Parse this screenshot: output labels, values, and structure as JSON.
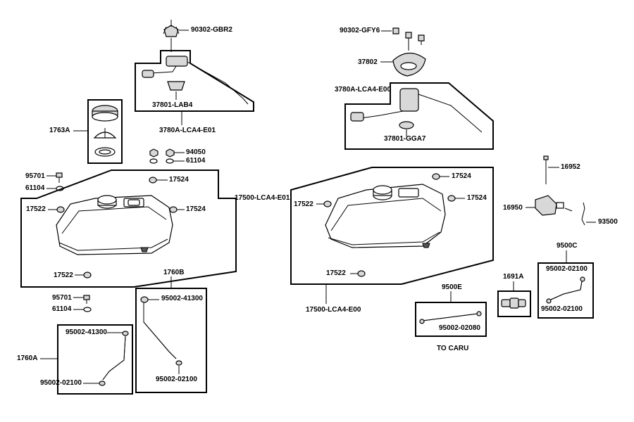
{
  "labels": {
    "p90302_gbr2": "90302-GBR2",
    "p37801_lab4": "37801-LAB4",
    "p3780a_lca4_e01": "3780A-LCA4-E01",
    "p1763a": "1763A",
    "p94050": "94050",
    "p61104_top": "61104",
    "p95701_left": "95701",
    "p61104_left": "61104",
    "p17524_l1": "17524",
    "p17522_l1": "17522",
    "p17524_l2": "17524",
    "p17500_lca4_e01": "17500-LCA4-E01",
    "p17522_l2": "17522",
    "p1760b": "1760B",
    "p95701_low": "95701",
    "p61104_low": "61104",
    "p95002_41300_b": "95002-41300",
    "p95002_41300_a": "95002-41300",
    "p1760a": "1760A",
    "p95002_02100_b": "95002-02100",
    "p95002_02100_a": "95002-02100",
    "p90302_gfy6": "90302-GFY6",
    "p37802": "37802",
    "p3780a_lca4_e00": "3780A-LCA4-E00",
    "p37801_gga7": "37801-GGA7",
    "p17524_r1": "17524",
    "p17522_r1": "17522",
    "p17524_r2": "17524",
    "p17522_r2": "17522",
    "p17500_lca4_e00": "17500-LCA4-E00",
    "p16952": "16952",
    "p16950": "16950",
    "p93500": "93500",
    "p9500c": "9500C",
    "p95002_02100_c1": "95002-02100",
    "p95002_02100_c2": "95002-02100",
    "p1691a": "1691A",
    "p9500e": "9500E",
    "p95002_02080": "95002-02080",
    "to_caru": "TO CARU"
  }
}
